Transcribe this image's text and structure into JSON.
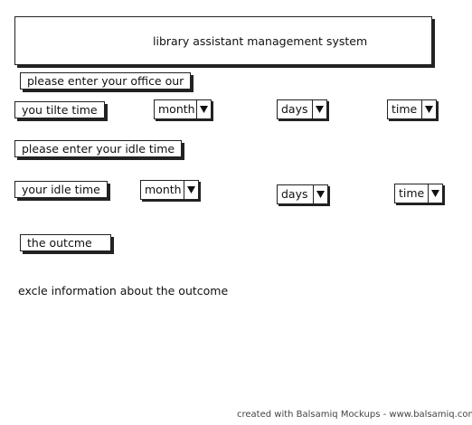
{
  "header": {
    "title": "library assistant management system"
  },
  "office_section": {
    "prompt": "please  enter your office our",
    "row_label": "you tilte time",
    "month_select": "month",
    "days_select": "days",
    "time_select": "time"
  },
  "idle_section": {
    "prompt": "please enter your idle time",
    "row_label": "your idle time",
    "month_select": "month",
    "days_select": "days",
    "time_select": "time"
  },
  "outcome": {
    "button_label": "the outcme",
    "info_text": "excle information about the outcome"
  },
  "footer": {
    "credit": "created with Balsamiq Mockups - www.balsamiq.com"
  },
  "icons": {
    "dropdown": "triangle-down-icon"
  }
}
